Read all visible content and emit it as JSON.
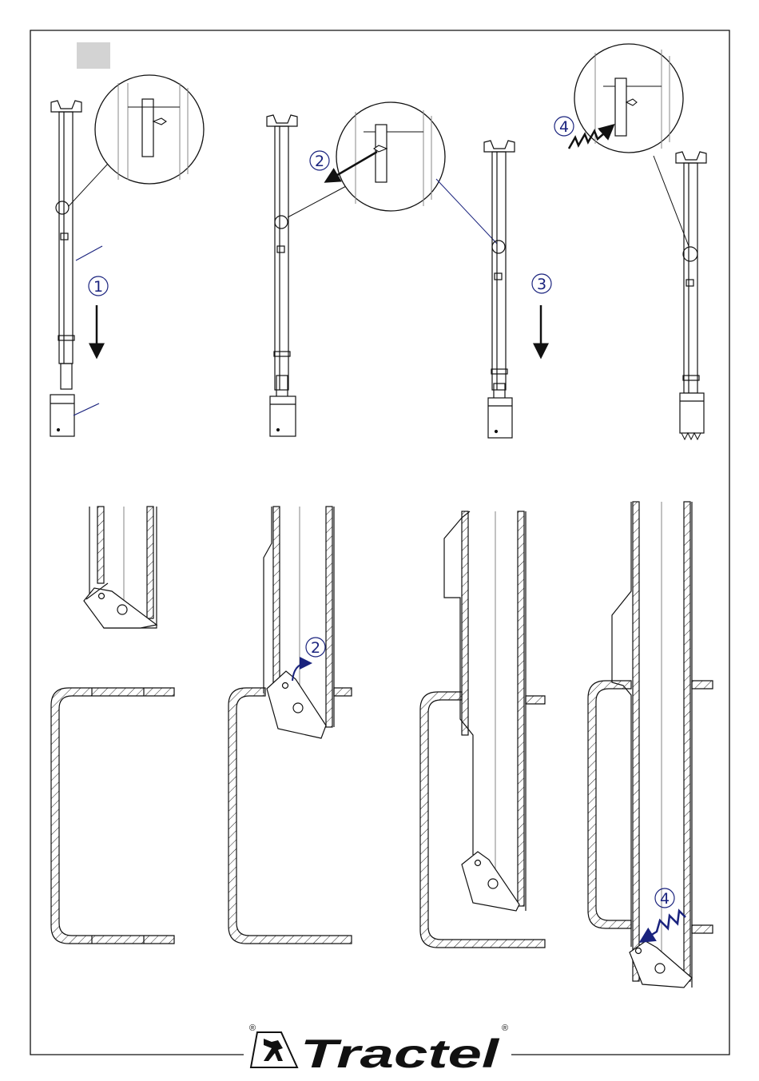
{
  "steps": {
    "s1": "1",
    "s2": "2",
    "s3": "3",
    "s4": "4",
    "s2b": "2",
    "s4b": "4"
  },
  "brand": {
    "name": "Tractel",
    "registered": "®"
  },
  "colors": {
    "line": "#111111",
    "accent": "#1a237e",
    "gray_box": "#d3d3d3"
  }
}
